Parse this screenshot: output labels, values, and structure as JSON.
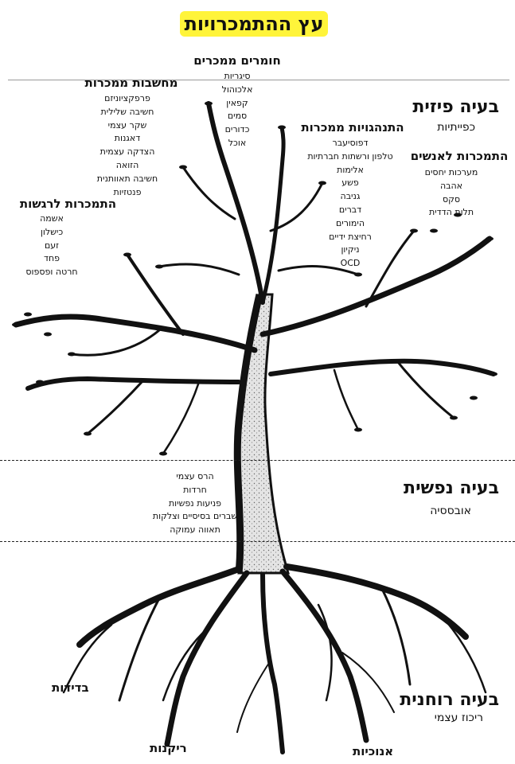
{
  "title": "עץ ההתמכרויות",
  "physical": {
    "heading": "בעיה פיזית",
    "sub": "כפייתיות"
  },
  "emotional": {
    "heading": "בעיה נפשית",
    "sub": "אובססיה"
  },
  "spiritual": {
    "heading": "בעיה רוחנית",
    "sub": "ריכוז עצמי"
  },
  "substances": {
    "heading": "חומרים ממכרים",
    "items": [
      "סיגריות",
      "אלכוהול",
      "קפאין",
      "סמים",
      "כדורים",
      "אוכל"
    ]
  },
  "thoughts": {
    "heading": "מחשבות ממכרות",
    "items": [
      "פרפקציוניזם",
      "חשיבה שלילית",
      "שקר עצמי",
      "דאגנות",
      "הצדקה עצמית",
      "הזואה",
      "חשיבה תאוותנית",
      "פנטזיות"
    ]
  },
  "behaviors": {
    "heading": "התנהגויות ממכרות",
    "items": [
      "דפוסיעבר",
      "טלפון ורשתות חברתיות",
      "אלימות",
      "פשע",
      "גניבה",
      "דברים",
      "הימורים",
      "רחיצת ידיים",
      "ניקיון",
      "OCD"
    ]
  },
  "people": {
    "heading": "התמכרות לאנשים",
    "items": [
      "מערכות יחסים",
      "אהבה",
      "סקס",
      "תלות הדדית"
    ]
  },
  "feelings": {
    "heading": "התמכרות לרגשות",
    "items": [
      "אשמה",
      "כישלון",
      "זעם",
      "פחד",
      "חרטה ופספוס"
    ]
  },
  "trunk": {
    "items": [
      "הרס עצמי",
      "חרדות",
      "פניעות נפשיות",
      "שברים בסיסיים וצלקות",
      "תאווה עמוקה"
    ]
  },
  "roots": {
    "isolation": "בדידות",
    "emptiness": "ריקנות",
    "selfishness": "אנוכיות"
  },
  "colors": {
    "highlight": "#fff43a",
    "ink": "#111111",
    "trunk_speckle": "#d0d0d0"
  }
}
